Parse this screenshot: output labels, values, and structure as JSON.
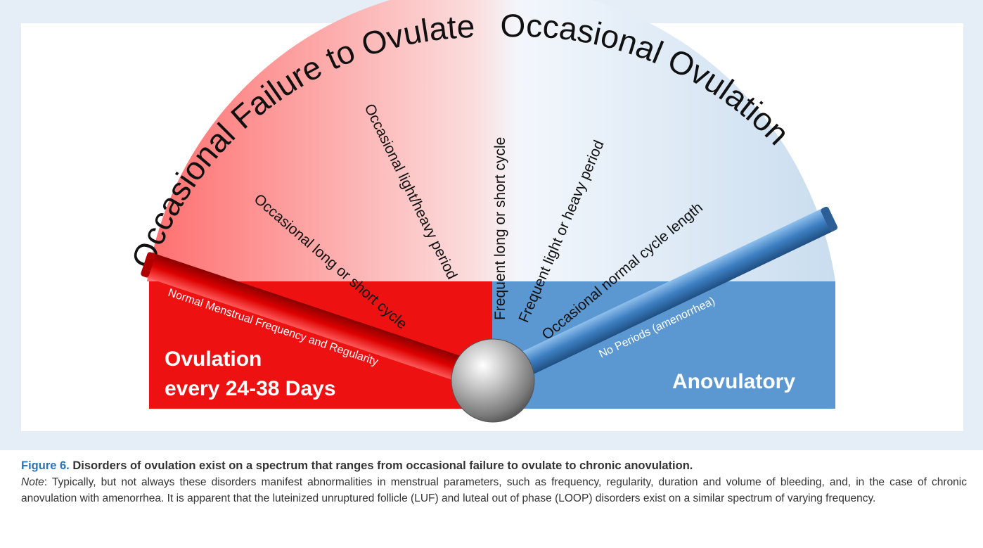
{
  "diagram": {
    "arc_left_title": "Occasional Failure to Ovulate",
    "arc_right_title": "Occasional Ovulation",
    "spokes": [
      "Occasional long or short cycle",
      "Occasional light/heavy period",
      "Frequent  long or short cycle",
      "Frequent  light or heavy period",
      "Occasional normal cycle length"
    ],
    "left_bar_label": "Normal Menstrual Frequency and Regularity",
    "right_bar_label": "No Periods (amenorrhea)",
    "left_box_line1": "Ovulation",
    "left_box_line2": "every 24-38 Days",
    "right_box_label": "Anovulatory",
    "colors": {
      "left": "#ee1111",
      "right": "#5b97d1",
      "gradient_left": "#ff6e6e",
      "gradient_right": "#c9ddef",
      "caption_accent": "#2a74b8",
      "panel_bg": "#e5eef7"
    }
  },
  "caption": {
    "figure_label": "Figure 6.",
    "title": " Disorders of ovulation exist on a spectrum that ranges from occasional failure to ovulate to chronic anovulation.",
    "note_label": "Note",
    "note_text": ": Typically, but not always these disorders manifest abnormalities in menstrual parameters, such as frequency, regularity, duration and volume of bleeding, and, in the case of chronic anovulation with amenorrhea. It is apparent that the luteinized unruptured follicle (LUF) and luteal out of phase (LOOP) disorders exist on a similar spectrum of varying frequency."
  }
}
